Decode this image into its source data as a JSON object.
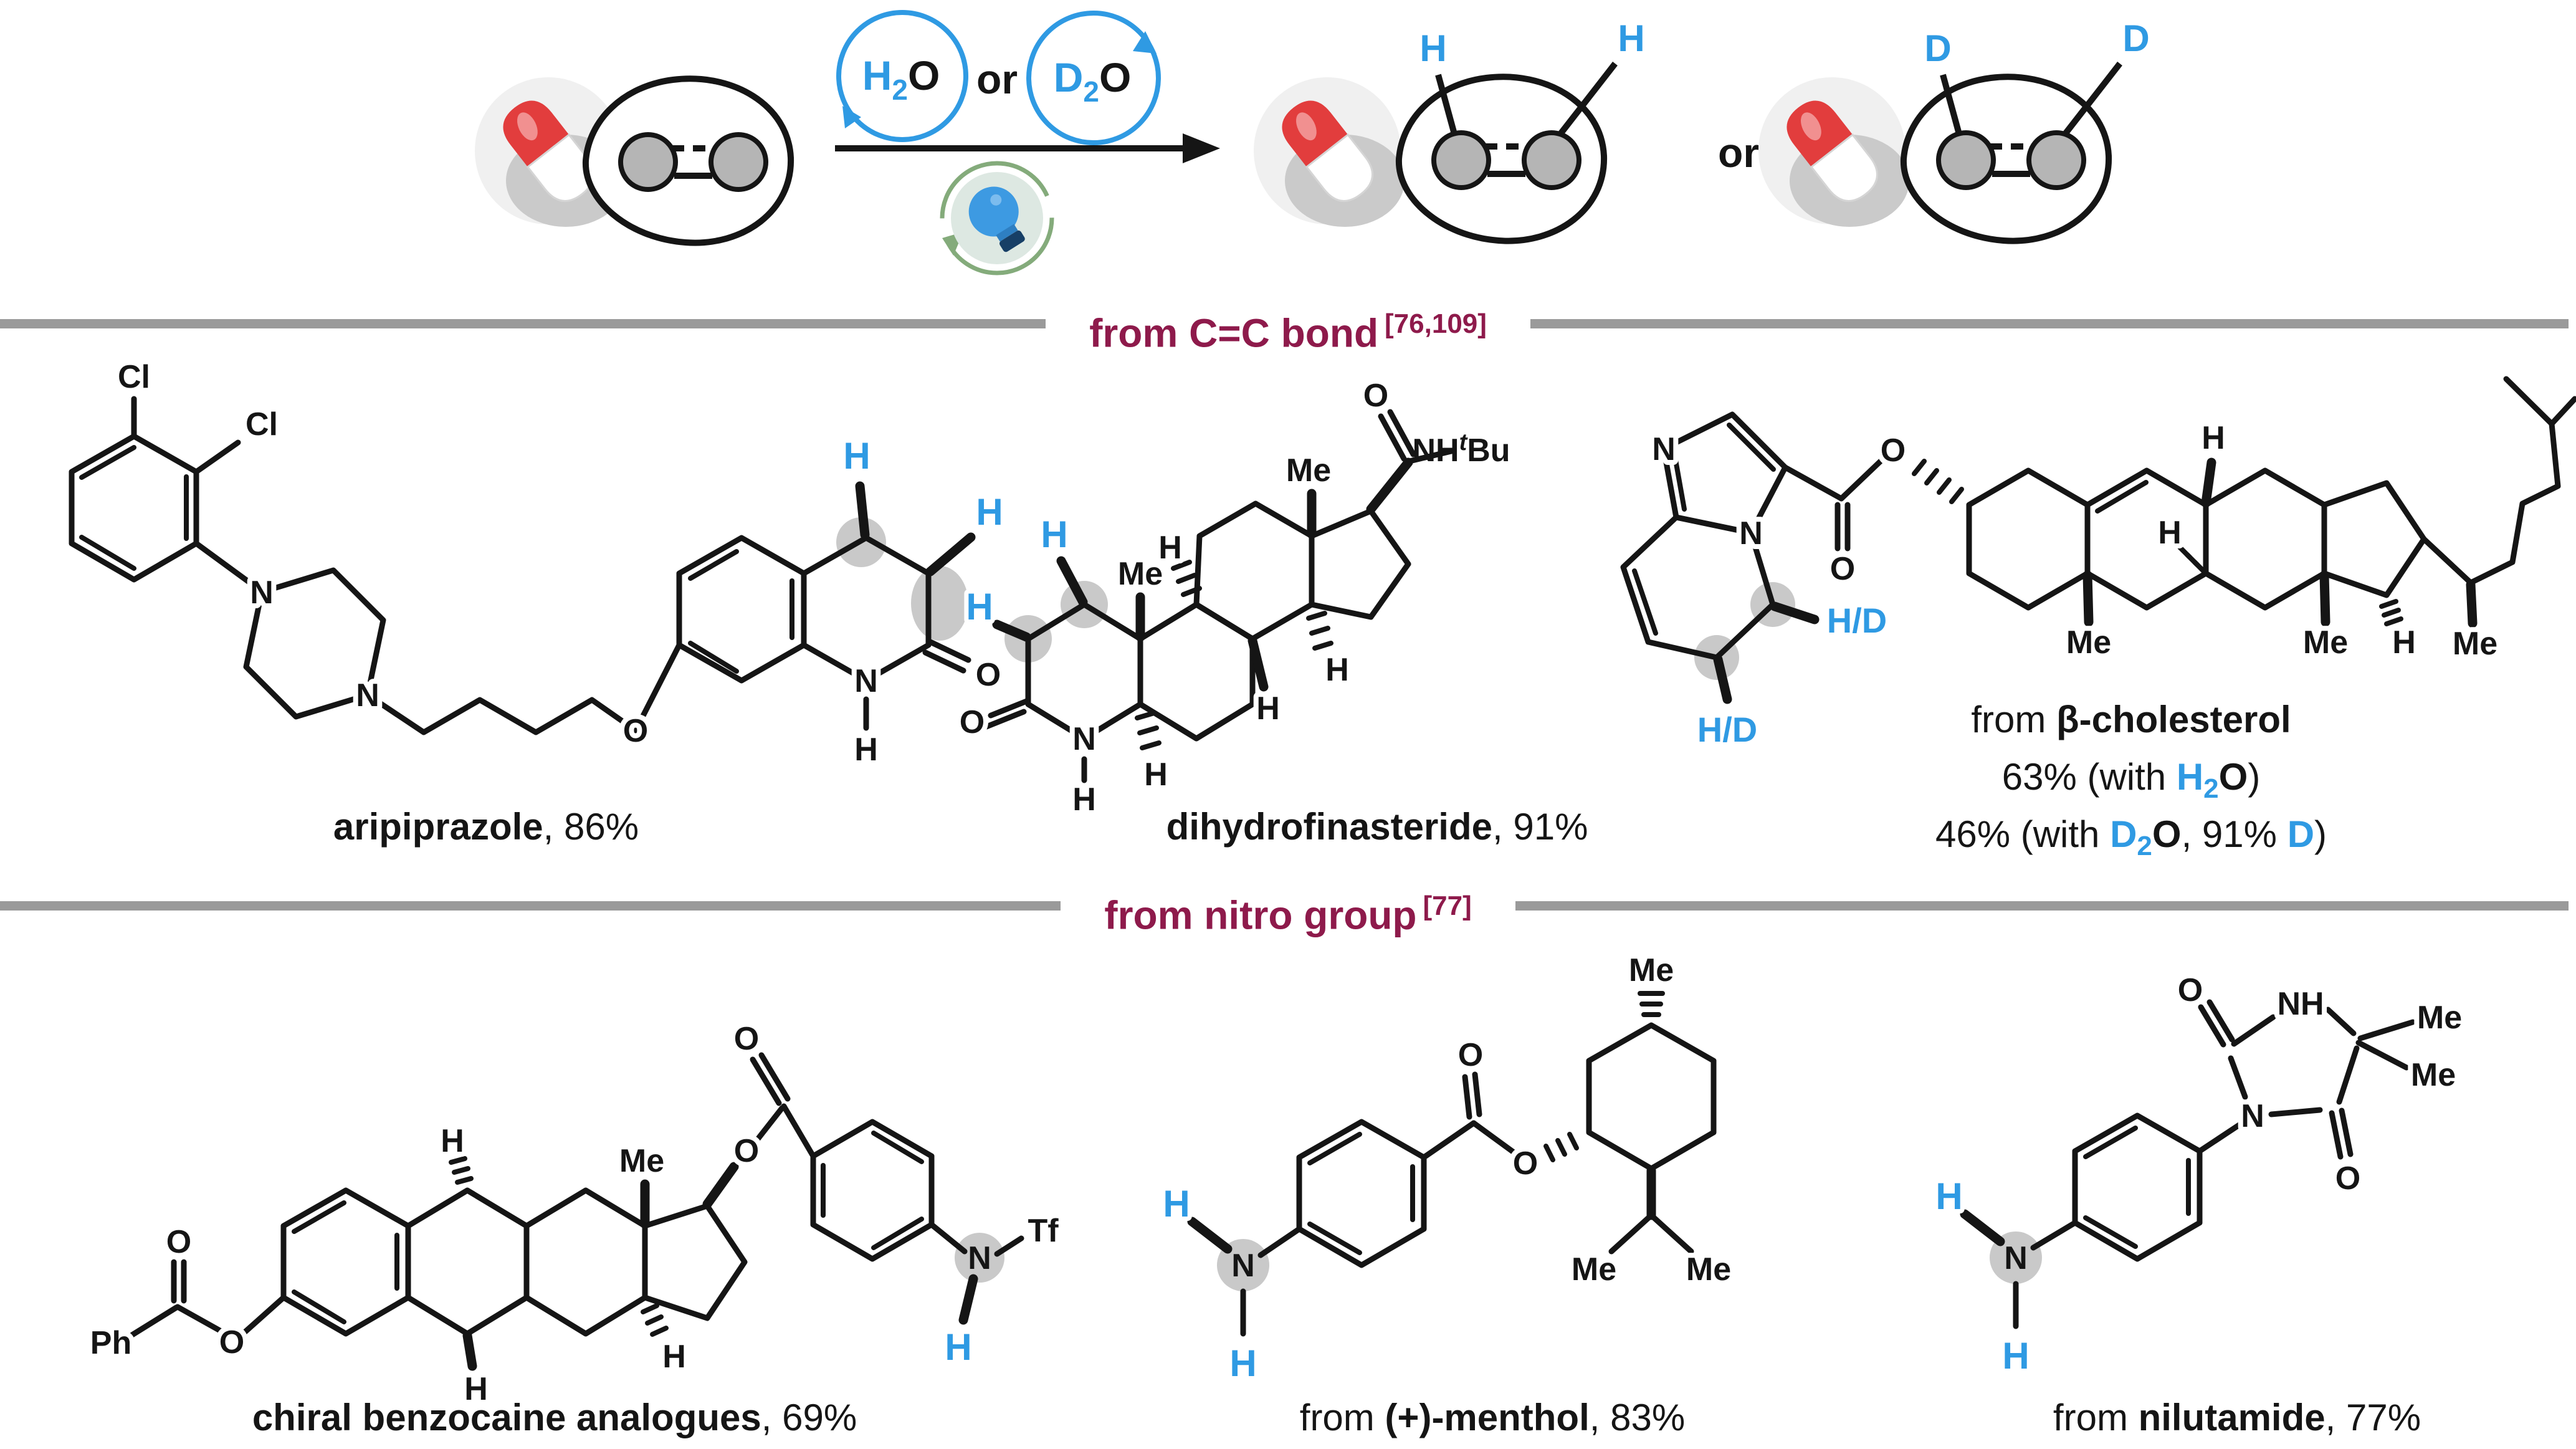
{
  "colors": {
    "accent_blue": "#2f9ae3",
    "header_maroon": "#8e1a4b",
    "divider_gray": "#9a9a9a",
    "highlight_gray": "#c9c9c9",
    "pill_red": "#e23d3d",
    "bulb_blue": "#3d9ae2",
    "recycle_green": "#84ab7b"
  },
  "scheme": {
    "reagent1": {
      "el": "H",
      "sub": "2",
      "ox": "O"
    },
    "or1": "or",
    "reagent2": {
      "el": "D",
      "sub": "2",
      "ox": "O"
    },
    "product1": {
      "a": "H",
      "b": "H"
    },
    "or2": "or",
    "product2": {
      "a": "D",
      "b": "D"
    }
  },
  "sections": [
    {
      "title": "from C=C bond",
      "ref": "[76,109]"
    },
    {
      "title": "from nitro group",
      "ref": "[77]"
    }
  ],
  "compounds": {
    "aripiprazole": {
      "name": "aripiprazole",
      "yield": ", 86%",
      "atoms": {
        "cl1": "Cl",
        "cl2": "Cl",
        "n1": "N",
        "n2": "N",
        "o_ether": "O",
        "n_lactam": "N",
        "h_lactam": "H",
        "o_keto": "O",
        "h_c4": "H",
        "h_c3": "H"
      }
    },
    "dihydrofinasteride": {
      "name": "dihydrofinasteride",
      "yield": ", 91%",
      "atoms": {
        "o_lactam": "O",
        "n_lactam": "N",
        "h_lactam": "H",
        "h_c5": "H",
        "me_c10": "Me",
        "me_c13": "Me",
        "h_c9": "H",
        "h_c8": "H",
        "h_c14": "H",
        "h_c1": "H",
        "h_c2": "H",
        "o_amide": "O",
        "nh": "NH",
        "t": "t",
        "bu": "Bu"
      }
    },
    "cholesterol": {
      "caption_prefix": "from ",
      "name": "β-cholesterol",
      "line2": {
        "pre": "63% (with ",
        "h": "H",
        "sub": "2",
        "o": "O",
        "post": ")"
      },
      "line3": {
        "pre": "46% (with ",
        "d": "D",
        "sub": "2",
        "o": "O",
        "mid": ", 91% ",
        "d2": "D",
        "post": ")"
      },
      "atoms": {
        "n_top": "N",
        "n_bridge": "N",
        "o_keto": "O",
        "o_ester": "O",
        "hd_c5": "H/D",
        "hd_c6": "H/D",
        "h_c9": "H",
        "h_c8": "H",
        "h_c14": "H",
        "me_c10": "Me",
        "me_c13": "Me",
        "me_c20": "Me"
      }
    },
    "benzocaine": {
      "name": "chiral benzocaine analogues",
      "yield": ", 69%",
      "atoms": {
        "ph": "Ph",
        "o_keto1": "O",
        "o_ester1": "O",
        "h_c9": "H",
        "h_c8": "H",
        "h_c14": "H",
        "me_c13": "Me",
        "o_ester2": "O",
        "o_keto2": "O",
        "n": "N",
        "tf": "Tf",
        "h_n": "H"
      }
    },
    "menthol": {
      "caption_prefix": "from ",
      "name": "(+)-menthol",
      "yield": ", 83%",
      "atoms": {
        "h_n1": "H",
        "h_n2": "H",
        "n": "N",
        "o_keto": "O",
        "o_ester": "O",
        "me_c5": "Me",
        "me_ipr1": "Me",
        "me_ipr2": "Me"
      }
    },
    "nilutamide": {
      "caption_prefix": "from ",
      "name": "nilutamide",
      "yield": ", 77%",
      "atoms": {
        "h_n1": "H",
        "h_n2": "H",
        "n_amine": "N",
        "o_top": "O",
        "nh": "NH",
        "me1": "Me",
        "me2": "Me",
        "o_bottom": "O",
        "n_ring": "N"
      }
    }
  }
}
